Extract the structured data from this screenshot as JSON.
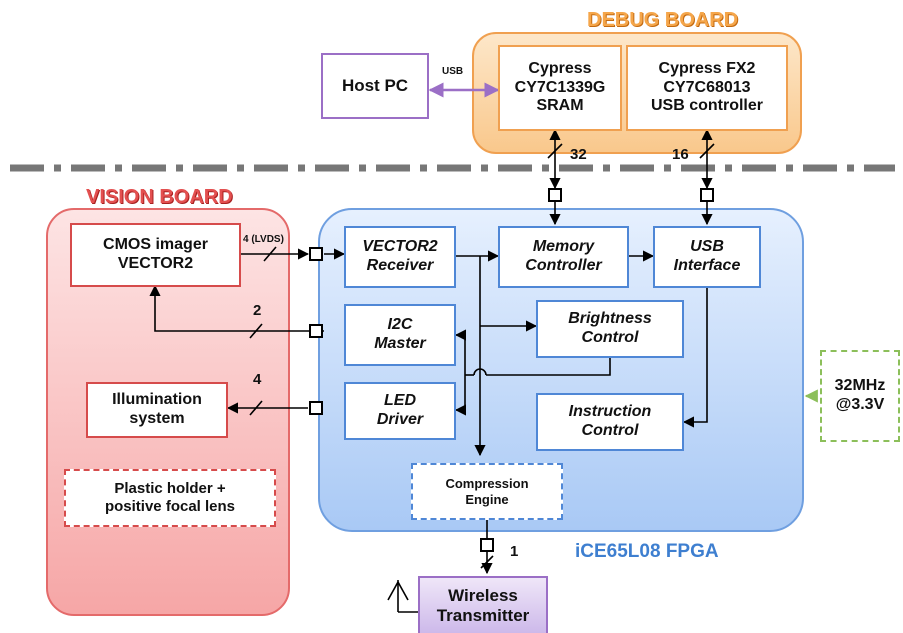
{
  "regions": {
    "debug_board": "DEBUG BOARD",
    "vision_board": "VISION BOARD",
    "fpga": "iCE65L08 FPGA"
  },
  "blocks": {
    "host_pc": "Host PC",
    "sram": "Cypress\nCY7C1339G\nSRAM",
    "usb_controller": "Cypress FX2\nCY7C68013\nUSB controller",
    "cmos_imager": "CMOS imager\nVECTOR2",
    "illumination": "Illumination\nsystem",
    "plastic_holder": "Plastic holder +\npositive focal lens",
    "vector2_receiver": "VECTOR2\nReceiver",
    "memory_controller": "Memory\nController",
    "usb_interface": "USB\nInterface",
    "i2c_master": "I2C\nMaster",
    "brightness_control": "Brightness\nControl",
    "led_driver": "LED\nDriver",
    "instruction_control": "Instruction\nControl",
    "compression_engine": "Compression\nEngine",
    "wireless_transmitter": "Wireless\nTransmitter",
    "clock": "32MHz\n@3.3V"
  },
  "bus_labels": {
    "usb": "USB",
    "sram_bus": "32",
    "usb_bus": "16",
    "lvds": "4 (LVDS)",
    "i2c_bus": "2",
    "led_bus": "4",
    "wireless_bus": "1"
  },
  "colors": {
    "debug_label": "#f5a64a",
    "vision_label": "#e35050",
    "fpga_label": "#3e7fd0",
    "usb_link": "#9b6fc6",
    "clock_arrow": "#8cbf5a"
  }
}
